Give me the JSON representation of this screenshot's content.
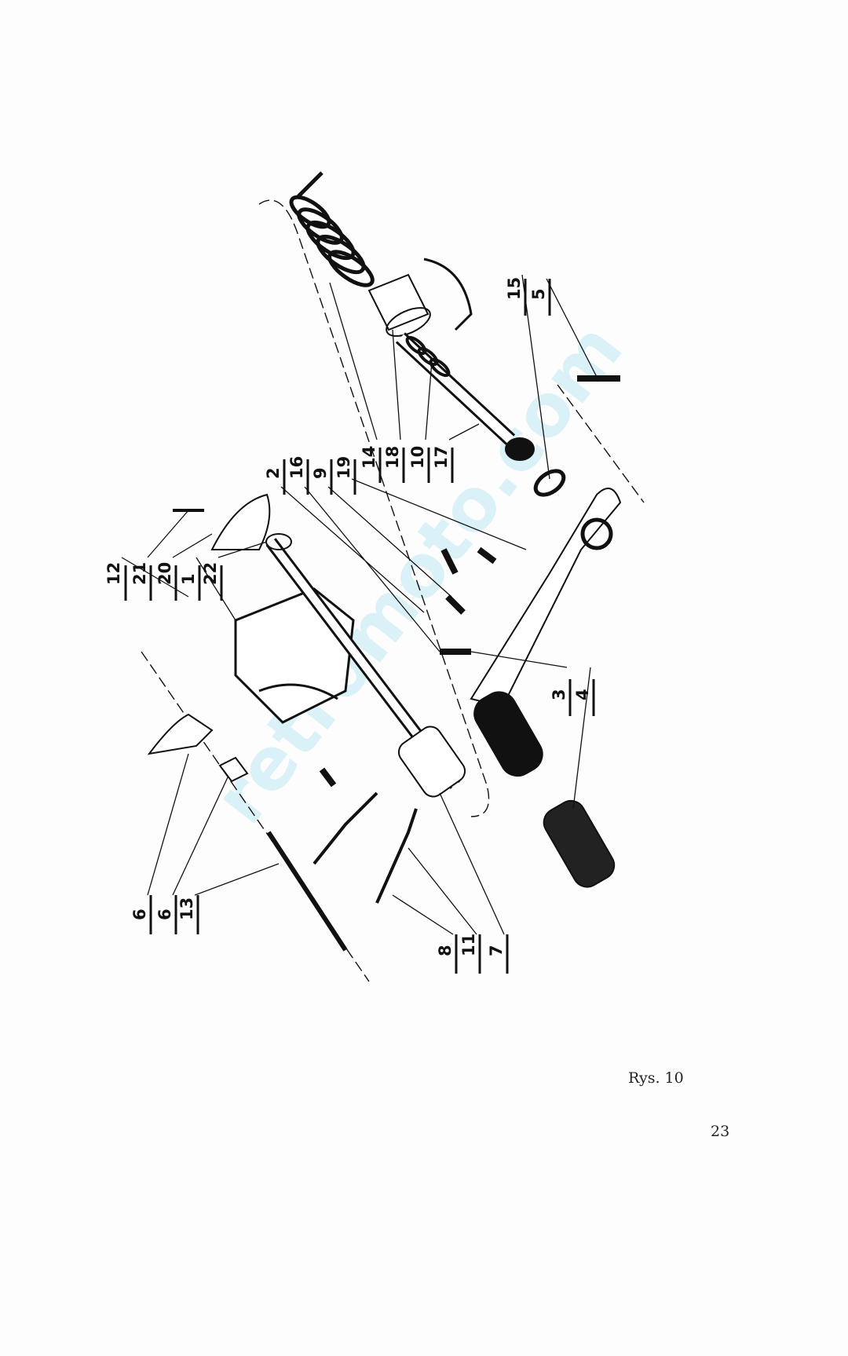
{
  "figure": {
    "caption": "Rys. 10",
    "page_number": "23",
    "watermark": "retromoto.com",
    "part_labels": [
      {
        "id": "12"
      },
      {
        "id": "21"
      },
      {
        "id": "20"
      },
      {
        "id": "1"
      },
      {
        "id": "22"
      },
      {
        "id": "2"
      },
      {
        "id": "16"
      },
      {
        "id": "9"
      },
      {
        "id": "19"
      },
      {
        "id": "14"
      },
      {
        "id": "18"
      },
      {
        "id": "10"
      },
      {
        "id": "17"
      },
      {
        "id": "15"
      },
      {
        "id": "5"
      },
      {
        "id": "3"
      },
      {
        "id": "4"
      },
      {
        "id": "6"
      },
      {
        "id": "6"
      },
      {
        "id": "13"
      },
      {
        "id": "8"
      },
      {
        "id": "11"
      },
      {
        "id": "7"
      }
    ]
  }
}
